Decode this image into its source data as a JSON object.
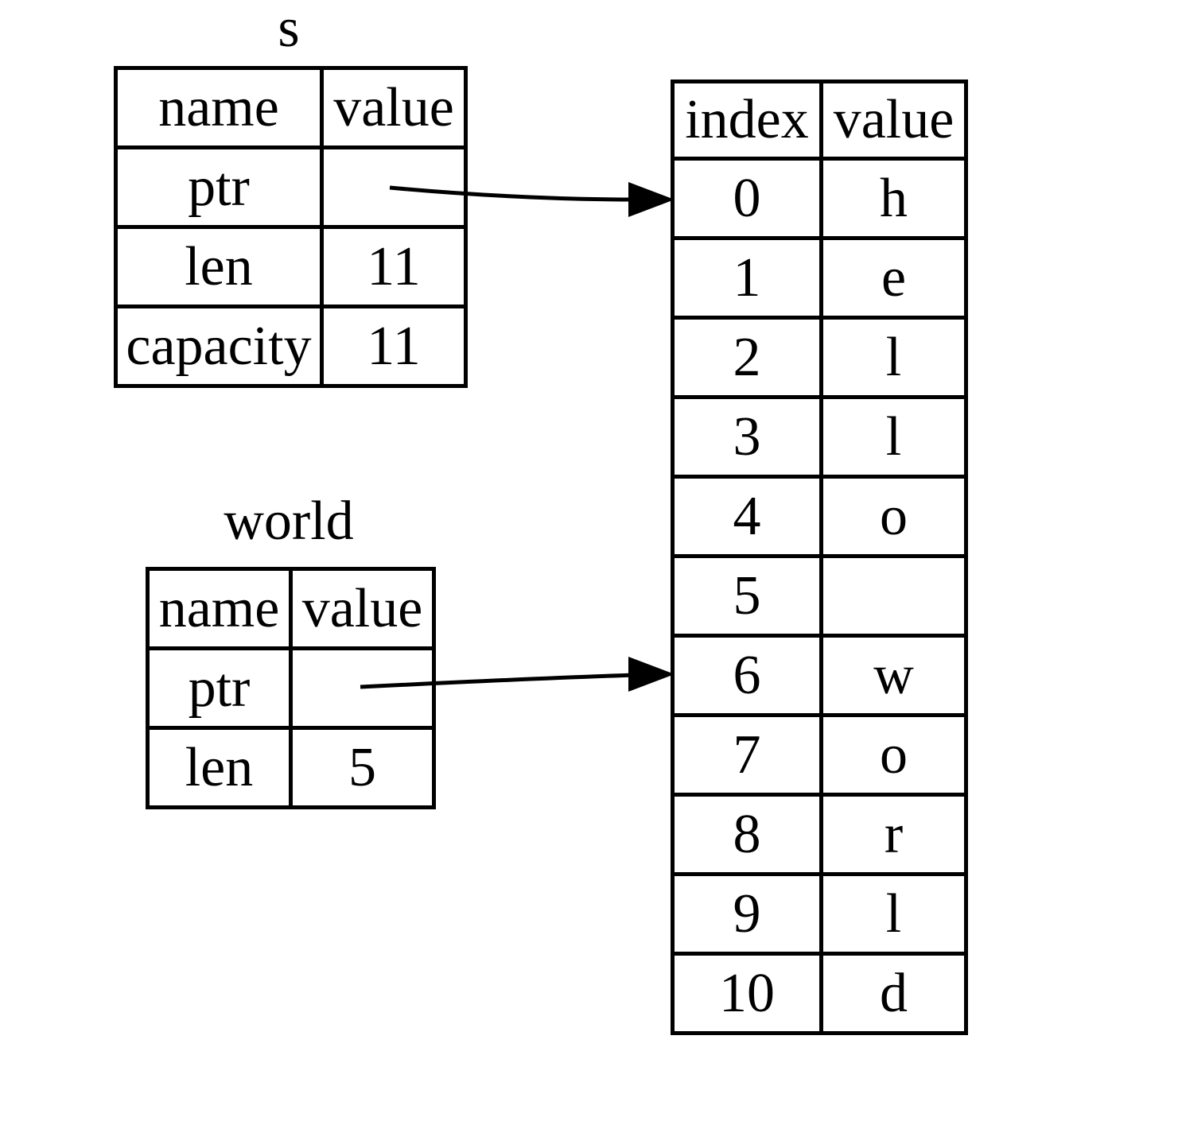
{
  "colors": {
    "ink": "#000000",
    "background": "#ffffff"
  },
  "s_table": {
    "title": "s",
    "headers": [
      "name",
      "value"
    ],
    "rows": [
      {
        "name": "ptr",
        "value": ""
      },
      {
        "name": "len",
        "value": "11"
      },
      {
        "name": "capacity",
        "value": "11"
      }
    ]
  },
  "world_table": {
    "title": "world",
    "headers": [
      "name",
      "value"
    ],
    "rows": [
      {
        "name": "ptr",
        "value": ""
      },
      {
        "name": "len",
        "value": "5"
      }
    ]
  },
  "heap_table": {
    "headers": [
      "index",
      "value"
    ],
    "rows": [
      {
        "index": "0",
        "value": "h"
      },
      {
        "index": "1",
        "value": "e"
      },
      {
        "index": "2",
        "value": "l"
      },
      {
        "index": "3",
        "value": "l"
      },
      {
        "index": "4",
        "value": "o"
      },
      {
        "index": "5",
        "value": ""
      },
      {
        "index": "6",
        "value": "w"
      },
      {
        "index": "7",
        "value": "o"
      },
      {
        "index": "8",
        "value": "r"
      },
      {
        "index": "9",
        "value": "l"
      },
      {
        "index": "10",
        "value": "d"
      }
    ]
  },
  "arrows": [
    {
      "from": "s.ptr",
      "to": "heap.index-0"
    },
    {
      "from": "world.ptr",
      "to": "heap.index-6"
    }
  ]
}
